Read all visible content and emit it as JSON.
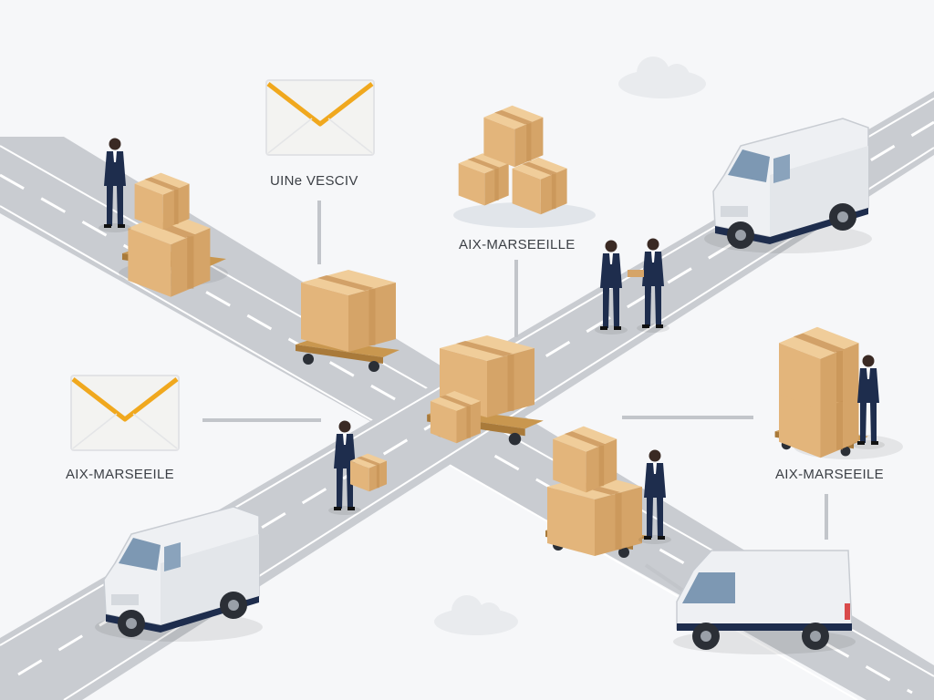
{
  "labels": {
    "top_center": "UINе VESCIV",
    "center_top": "AIX-MARSEEILLE",
    "left": "AIX-MARSEEILE",
    "right": "AIX-MARSEEILE"
  },
  "colors": {
    "road": "#c9ccd1",
    "road_edge": "#b6b9be",
    "lane_marking": "#ffffff",
    "box": "#e8c088",
    "box_dark": "#d6a469",
    "tape": "#c48f52",
    "pallet": "#c9974f",
    "van_body": "#eef0f3",
    "van_window": "#7d98b3",
    "suit": "#1e2d4d",
    "envelope": "#f3f3f1",
    "envelope_accent": "#f0a81e",
    "connector": "#c2c5ca"
  }
}
